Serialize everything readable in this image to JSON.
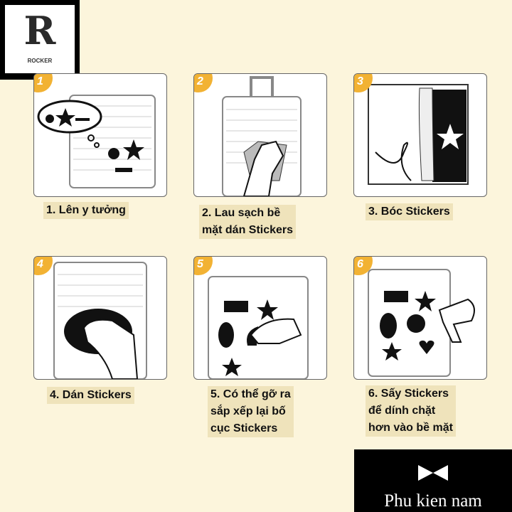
{
  "logo": {
    "letter": "R",
    "name": "ROCKER"
  },
  "steps": [
    {
      "number": "1",
      "caption": "1. Lên y tưởng"
    },
    {
      "number": "2",
      "caption": "2. Lau sạch bề\nmặt dán Stickers"
    },
    {
      "number": "3",
      "caption": "3. Bóc Stickers"
    },
    {
      "number": "4",
      "caption": "4. Dán Stickers"
    },
    {
      "number": "5",
      "caption": "5. Có thể gỡ ra\nsắp xếp lại bố\ncục Stickers"
    },
    {
      "number": "6",
      "caption": "6. Sấy Stickers\nđể dính chặt\nhơn vào bề mặt"
    }
  ],
  "brand": {
    "name": "Phu kien nam"
  },
  "colors": {
    "background": "#fcf5dc",
    "badge": "#f2b233",
    "caption_bg": "#efe3bb"
  }
}
